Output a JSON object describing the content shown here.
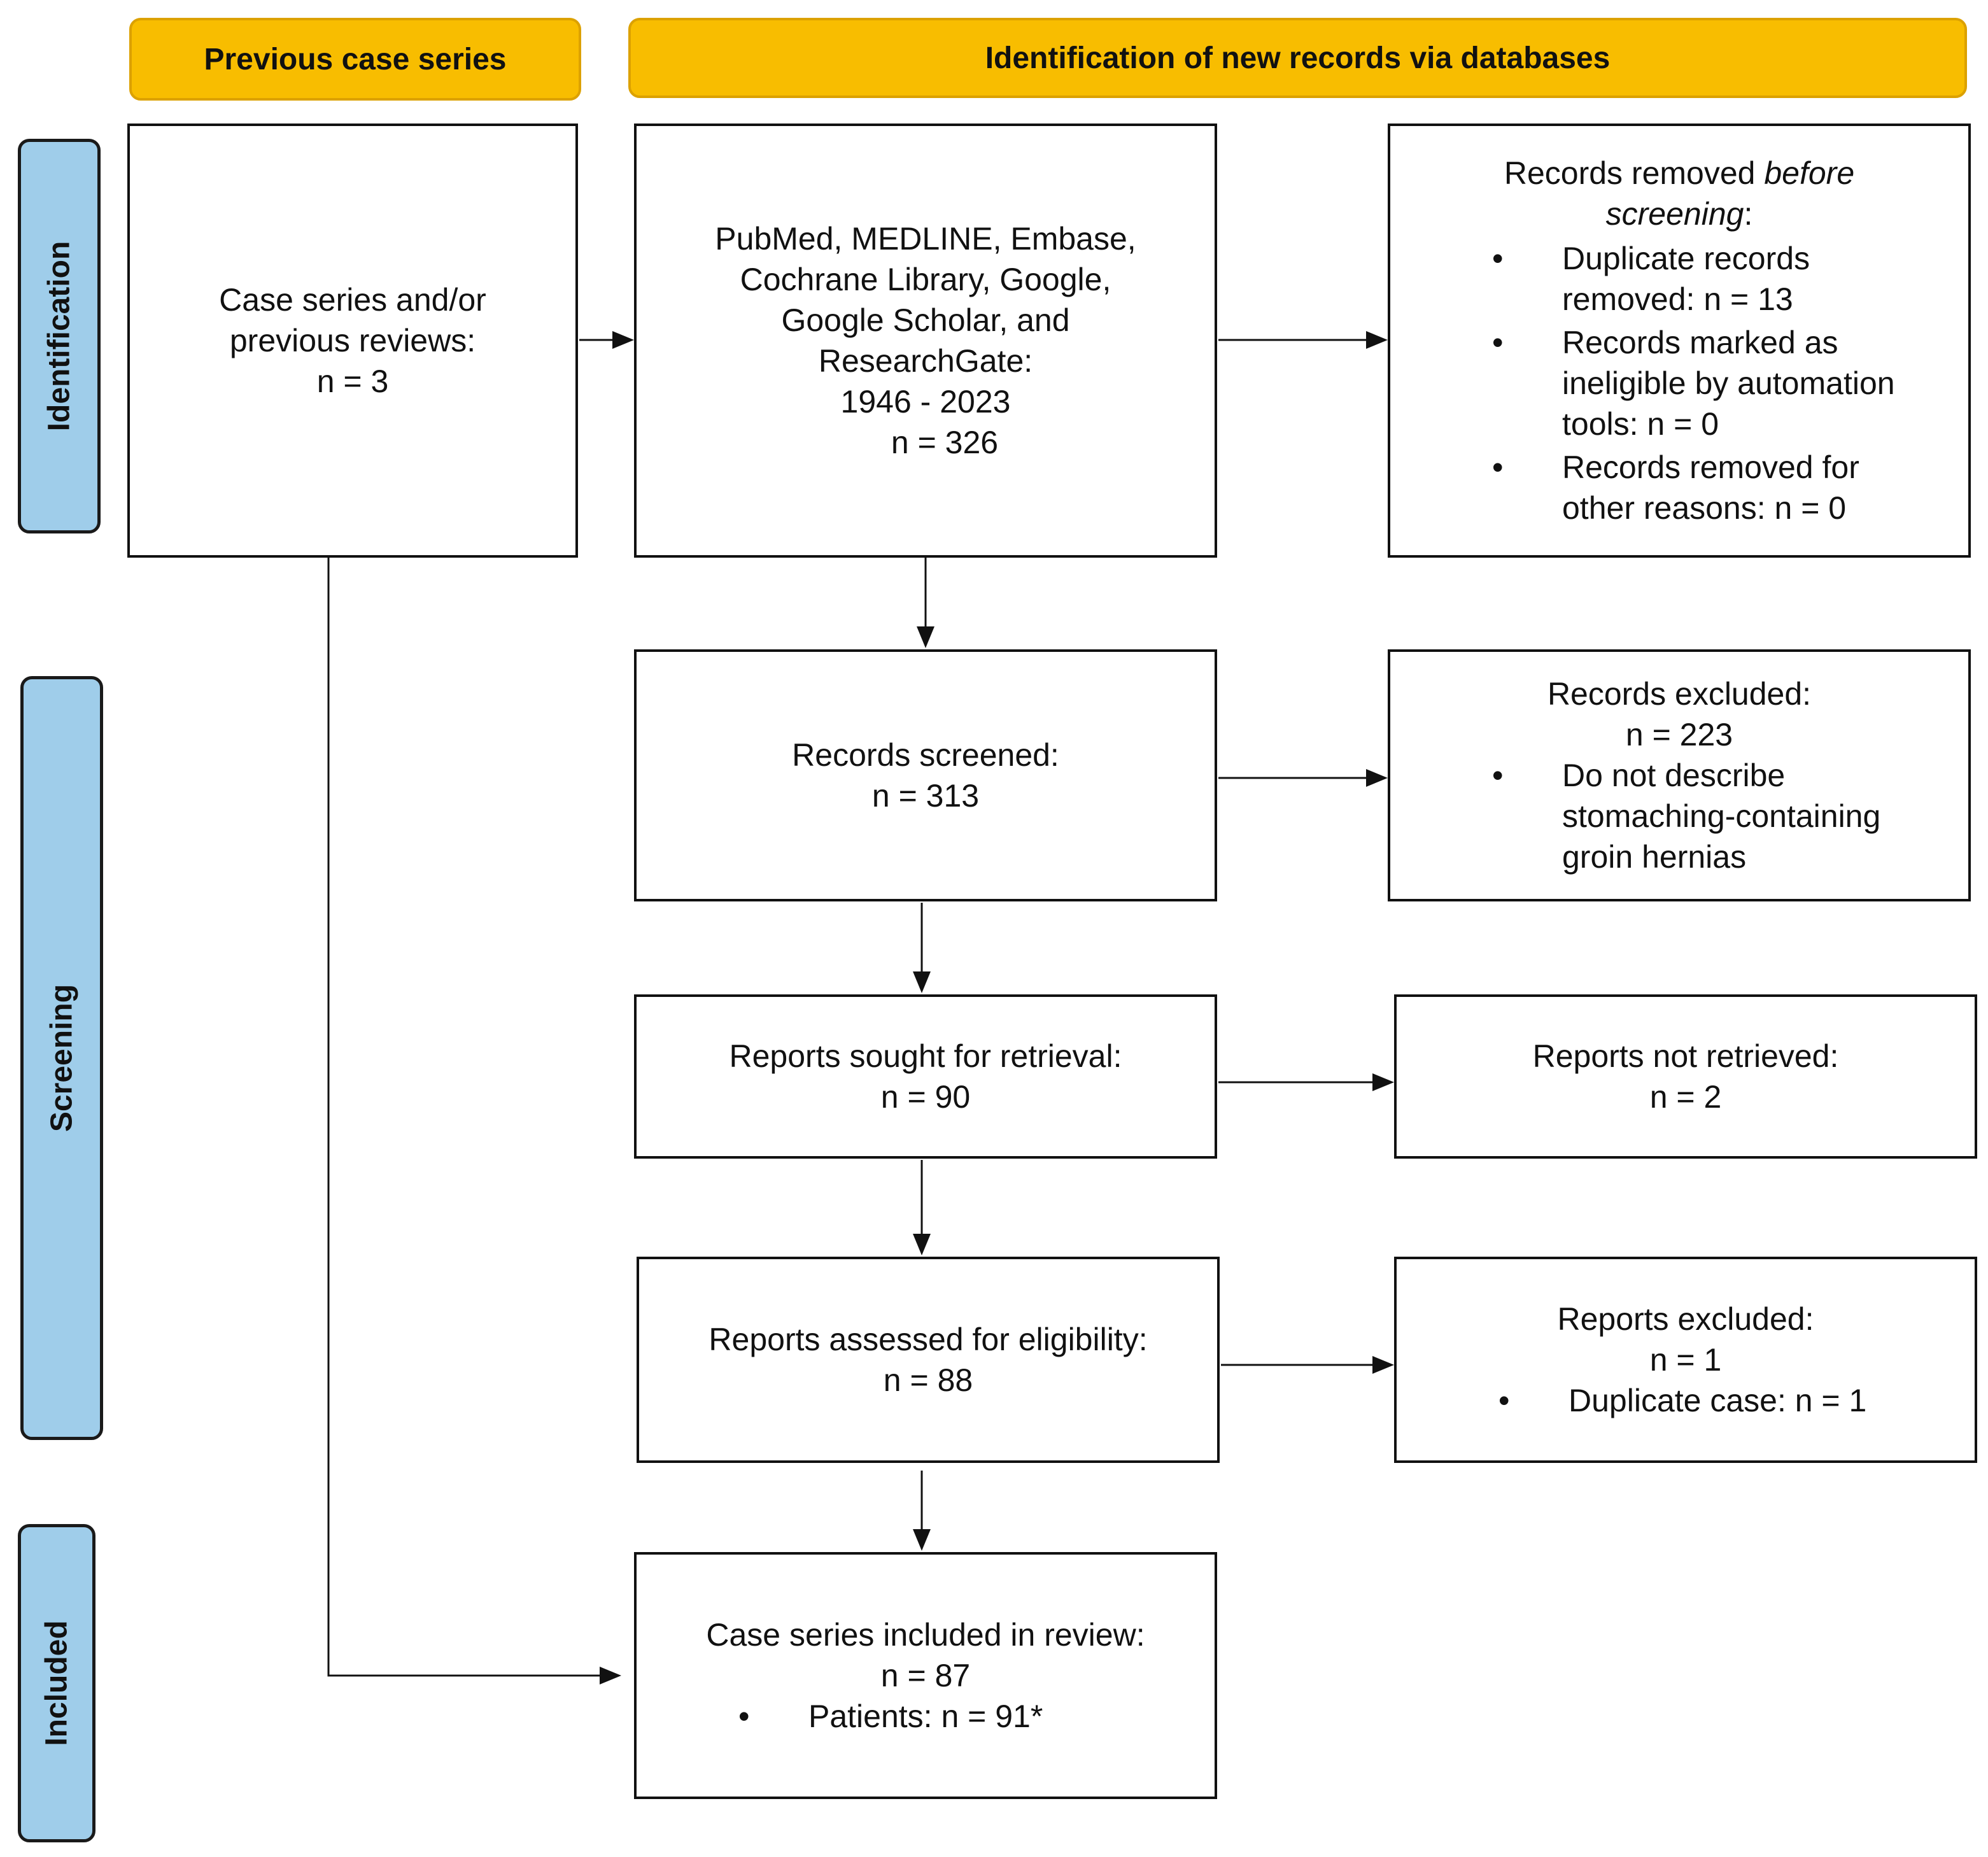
{
  "headers": {
    "previous": "Previous case series",
    "new_records": "Identification of new records via databases"
  },
  "phases": {
    "identification": "Identification",
    "screening": "Screening",
    "included": "Included"
  },
  "boxes": {
    "previous_reviews": [
      "Case series and/or",
      "previous reviews:",
      "n = 3"
    ],
    "databases": [
      "PubMed, MEDLINE, Embase,",
      "Cochrane Library, Google,",
      "Google Scholar, and",
      "ResearchGate:",
      "1946 - 2023",
      "n = 326"
    ],
    "removed_before": {
      "title_plain": "Records removed ",
      "title_italic_1": "before",
      "title_italic_2": "screening",
      "title_colon": ":",
      "bullets": [
        [
          "Duplicate records",
          "removed: n = 13"
        ],
        [
          "Records marked as",
          "ineligible by automation",
          "tools: n = 0"
        ],
        [
          "Records removed for",
          "other reasons: n = 0"
        ]
      ]
    },
    "screened": [
      "Records screened:",
      "n = 313"
    ],
    "excluded": {
      "lines": [
        "Records excluded:",
        "n = 223"
      ],
      "bullets": [
        [
          "Do not describe",
          "stomaching-containing",
          "groin hernias"
        ]
      ]
    },
    "sought": [
      "Reports sought for retrieval:",
      "n = 90"
    ],
    "not_retrieved": [
      "Reports not retrieved:",
      "n = 2"
    ],
    "assessed": [
      "Reports assessed for eligibility:",
      "n = 88"
    ],
    "reports_excluded": {
      "lines": [
        "Reports excluded:",
        "n = 1"
      ],
      "bullets": [
        [
          "Duplicate case: n = 1"
        ]
      ]
    },
    "included": {
      "lines": [
        "Case series included in review:",
        "n = 87"
      ],
      "bullets": [
        [
          "Patients: n = 91*"
        ]
      ]
    }
  },
  "bullet_glyph": "•",
  "colors": {
    "header_fill": "#f8bd00",
    "phase_fill": "#9fcdea",
    "line": "#111111"
  }
}
